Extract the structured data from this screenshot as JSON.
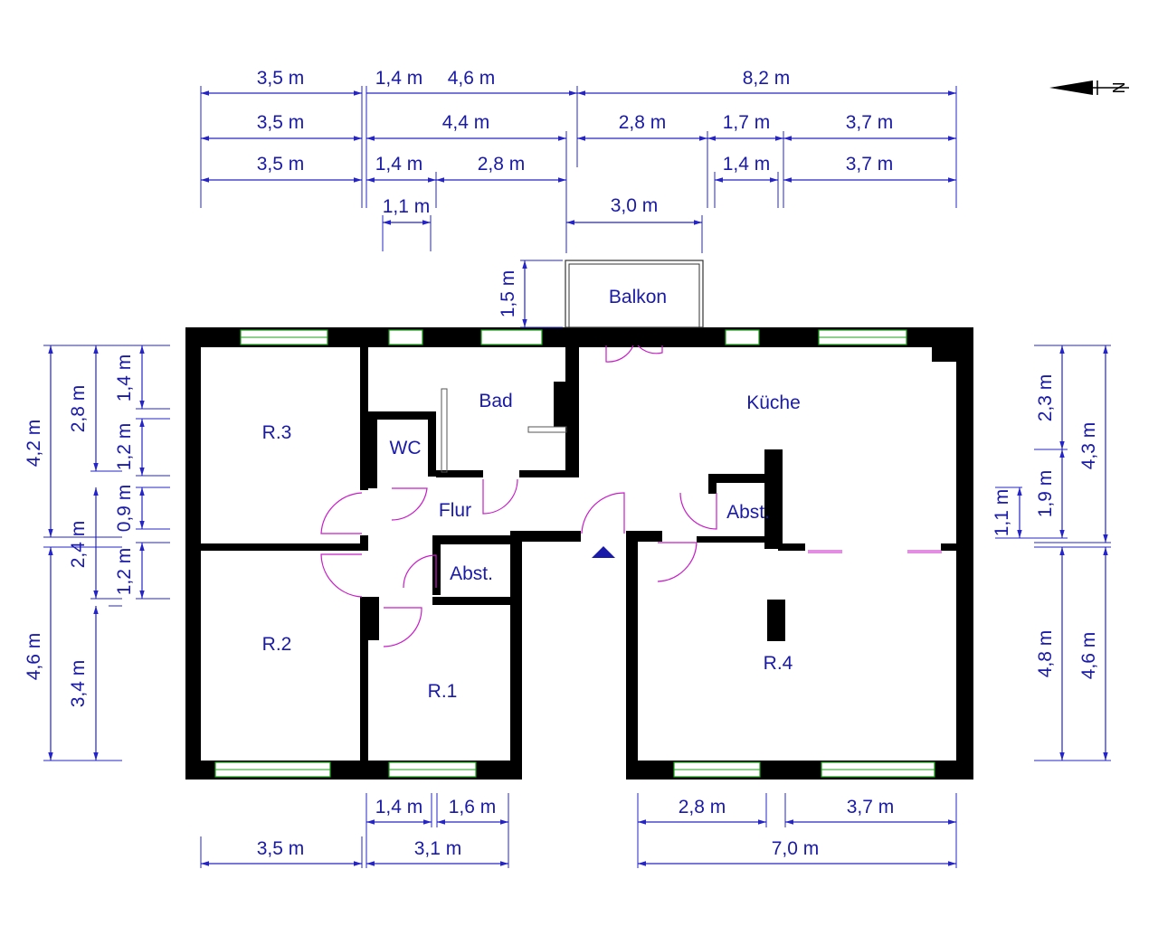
{
  "rooms": {
    "r3": "R.3",
    "r2": "R.2",
    "r1": "R.1",
    "r4": "R.4",
    "bad": "Bad",
    "wc": "WC",
    "flur": "Flur",
    "abst_left": "Abst.",
    "abst_right": "Abst.",
    "kueche": "Küche",
    "balkon": "Balkon"
  },
  "north_label": "N",
  "dims_top": {
    "row1": [
      "3,5 m",
      "1,4 m",
      "4,6 m",
      "8,2 m"
    ],
    "row2": [
      "3,5 m",
      "4,4 m",
      "2,8 m",
      "1,7 m",
      "3,7 m"
    ],
    "row3": [
      "3,5 m",
      "1,4 m",
      "2,8 m",
      "1,4 m",
      "3,7 m"
    ],
    "row4": [
      "1,1 m",
      "3,0 m"
    ],
    "balkon_depth": "1,5 m"
  },
  "dims_left": {
    "outer": [
      "4,2 m",
      "4,6 m"
    ],
    "middle": [
      "2,8 m",
      "2,4 m",
      "3,4 m"
    ],
    "inner": [
      "1,4 m",
      "1,2 m",
      "0,9 m",
      "1,2 m"
    ]
  },
  "dims_right": {
    "inner": [
      "1,1 m"
    ],
    "middle": [
      "2,3 m",
      "1,9 m",
      "4,8 m"
    ],
    "outer": [
      "4,3 m",
      "4,6 m"
    ]
  },
  "dims_bottom": {
    "row1": [
      "1,4 m",
      "1,6 m",
      "2,8 m",
      "3,7 m"
    ],
    "row2": [
      "3,5 m",
      "3,1 m",
      "7,0 m"
    ]
  }
}
